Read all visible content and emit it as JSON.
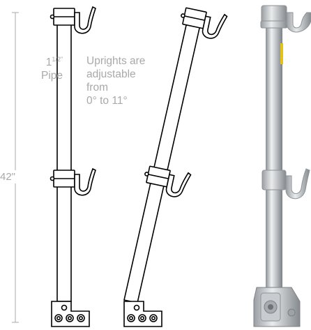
{
  "labels": {
    "pipe_fraction": "1",
    "pipe_fraction_super": "1/2\"",
    "pipe_word": "Pipe",
    "adjust_line1": "Uprights are",
    "adjust_line2": "adjustable",
    "adjust_line3": "from",
    "adjust_line4": "0° to 11°",
    "height": "42\""
  },
  "colors": {
    "line": "#000000",
    "dimension": "#a9a9a9",
    "metal_light": "#e4e6e8",
    "metal_mid": "#b8bcc0",
    "metal_dark": "#7f8488",
    "sticker": "#e3c21a"
  }
}
